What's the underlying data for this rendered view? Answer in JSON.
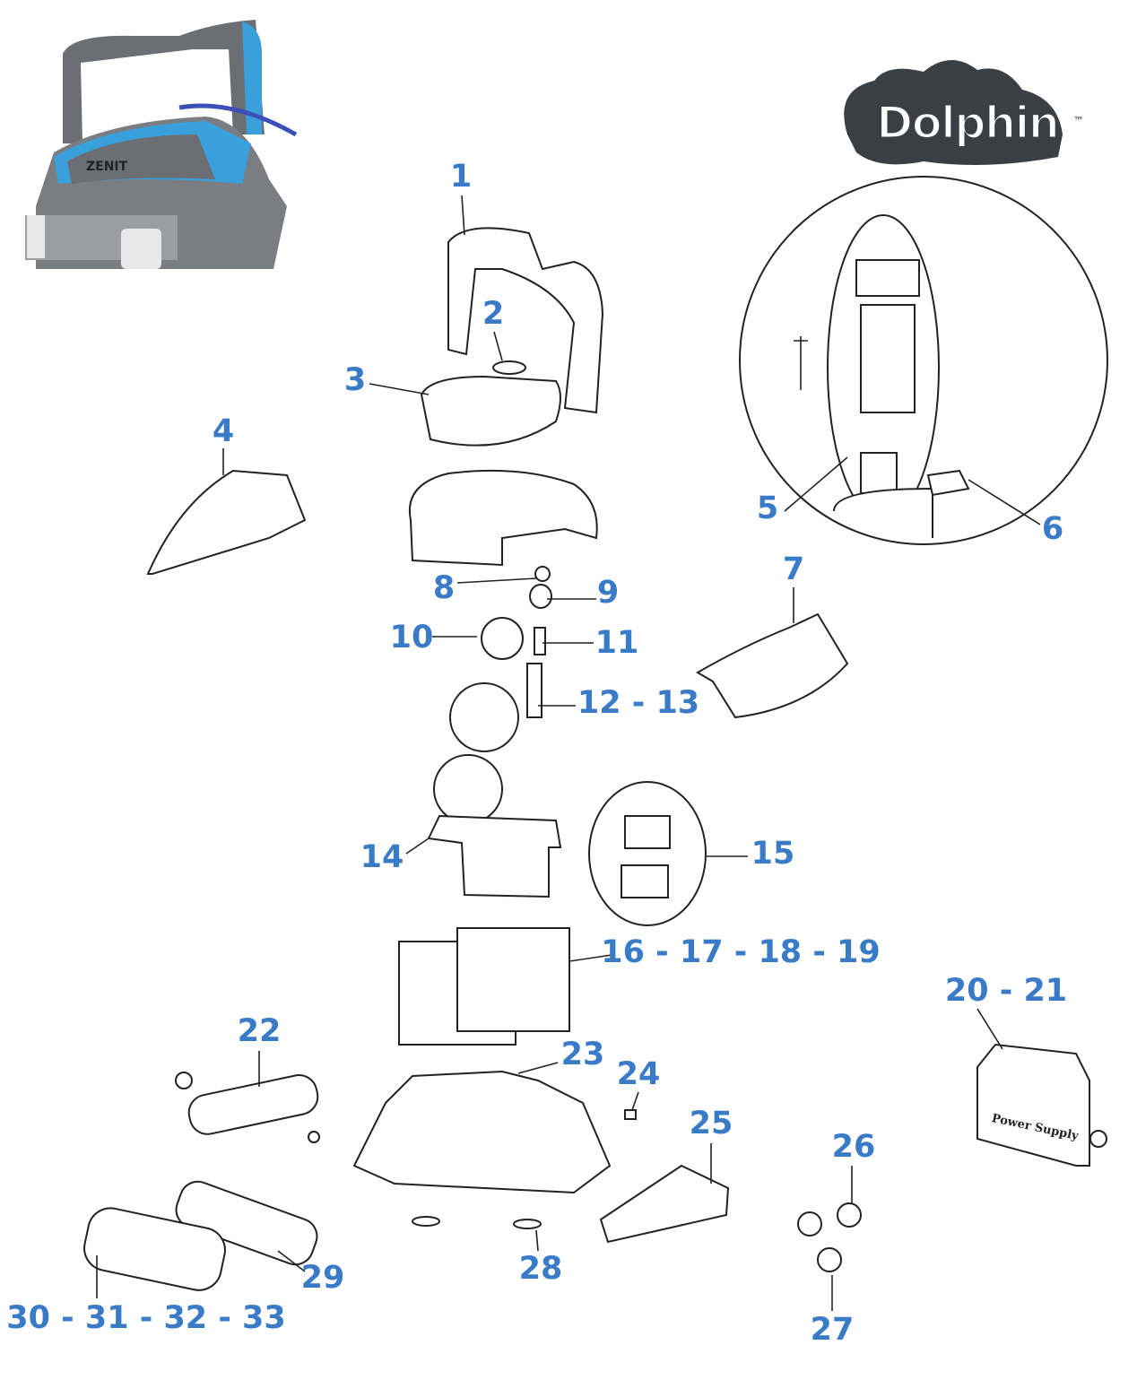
{
  "brand": {
    "logo_text": "Dolphin",
    "trademark": "™",
    "product_name": "ZENIT",
    "power_supply_label": "Power Supply"
  },
  "colors": {
    "label": "#3a7bc8",
    "robot_blue": "#3aa0dc",
    "robot_gray": "#6b6e72"
  },
  "labels": [
    "1",
    "2",
    "3",
    "4",
    "5",
    "6",
    "7",
    "8",
    "9",
    "10",
    "11",
    "12 - 13",
    "14",
    "15",
    "16 - 17 - 18 - 19",
    "20 - 21",
    "22",
    "23",
    "24",
    "25",
    "26",
    "27",
    "28",
    "29",
    "30 - 31 - 32 - 33"
  ]
}
